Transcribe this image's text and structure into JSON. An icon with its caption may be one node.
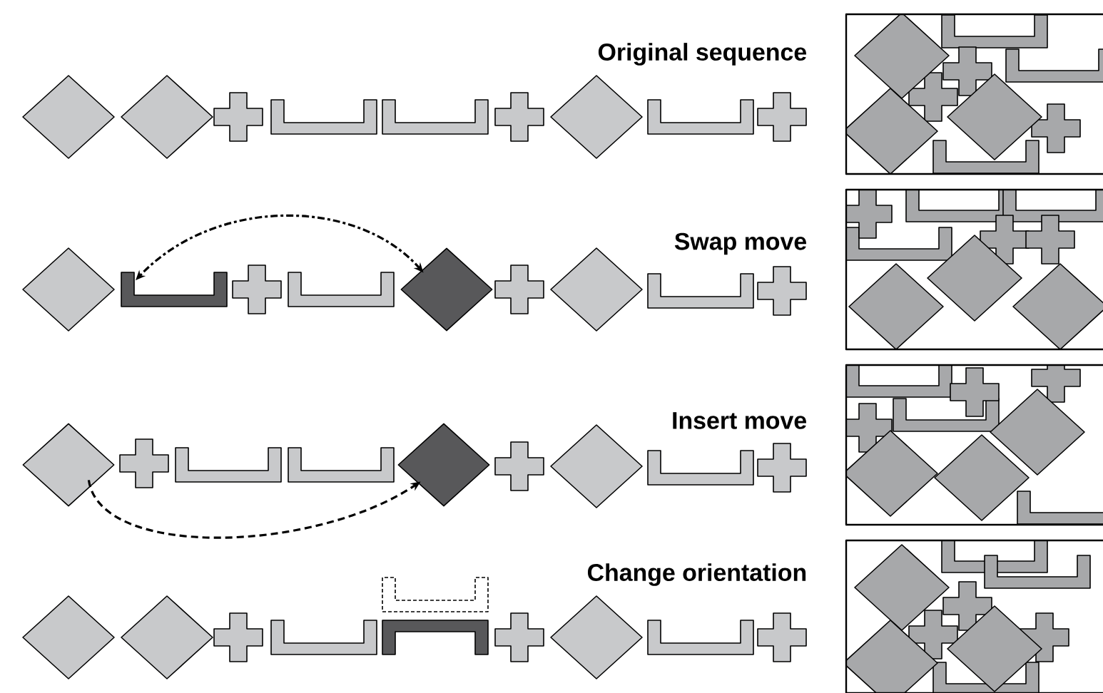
{
  "diagram": {
    "nodes": [
      {
        "text": [],
        "shape": "box"
      },
      {
        "text": [],
        "shape": "diamond"
      },
      {
        "text": [],
        "shape": "diamond"
      },
      {
        "text": [],
        "shape": "diamond"
      }
    ],
    "edges": [
      {
        "from": 0,
        "to": 1,
        "arrow": "both",
        "style": "dashed"
      },
      {
        "from": 2,
        "to": 3,
        "arrow": "to",
        "style": "dashed"
      }
    ],
    "labels": [
      "Original sequence",
      "Swap move",
      "Insert move",
      "Change orientation"
    ]
  }
}
